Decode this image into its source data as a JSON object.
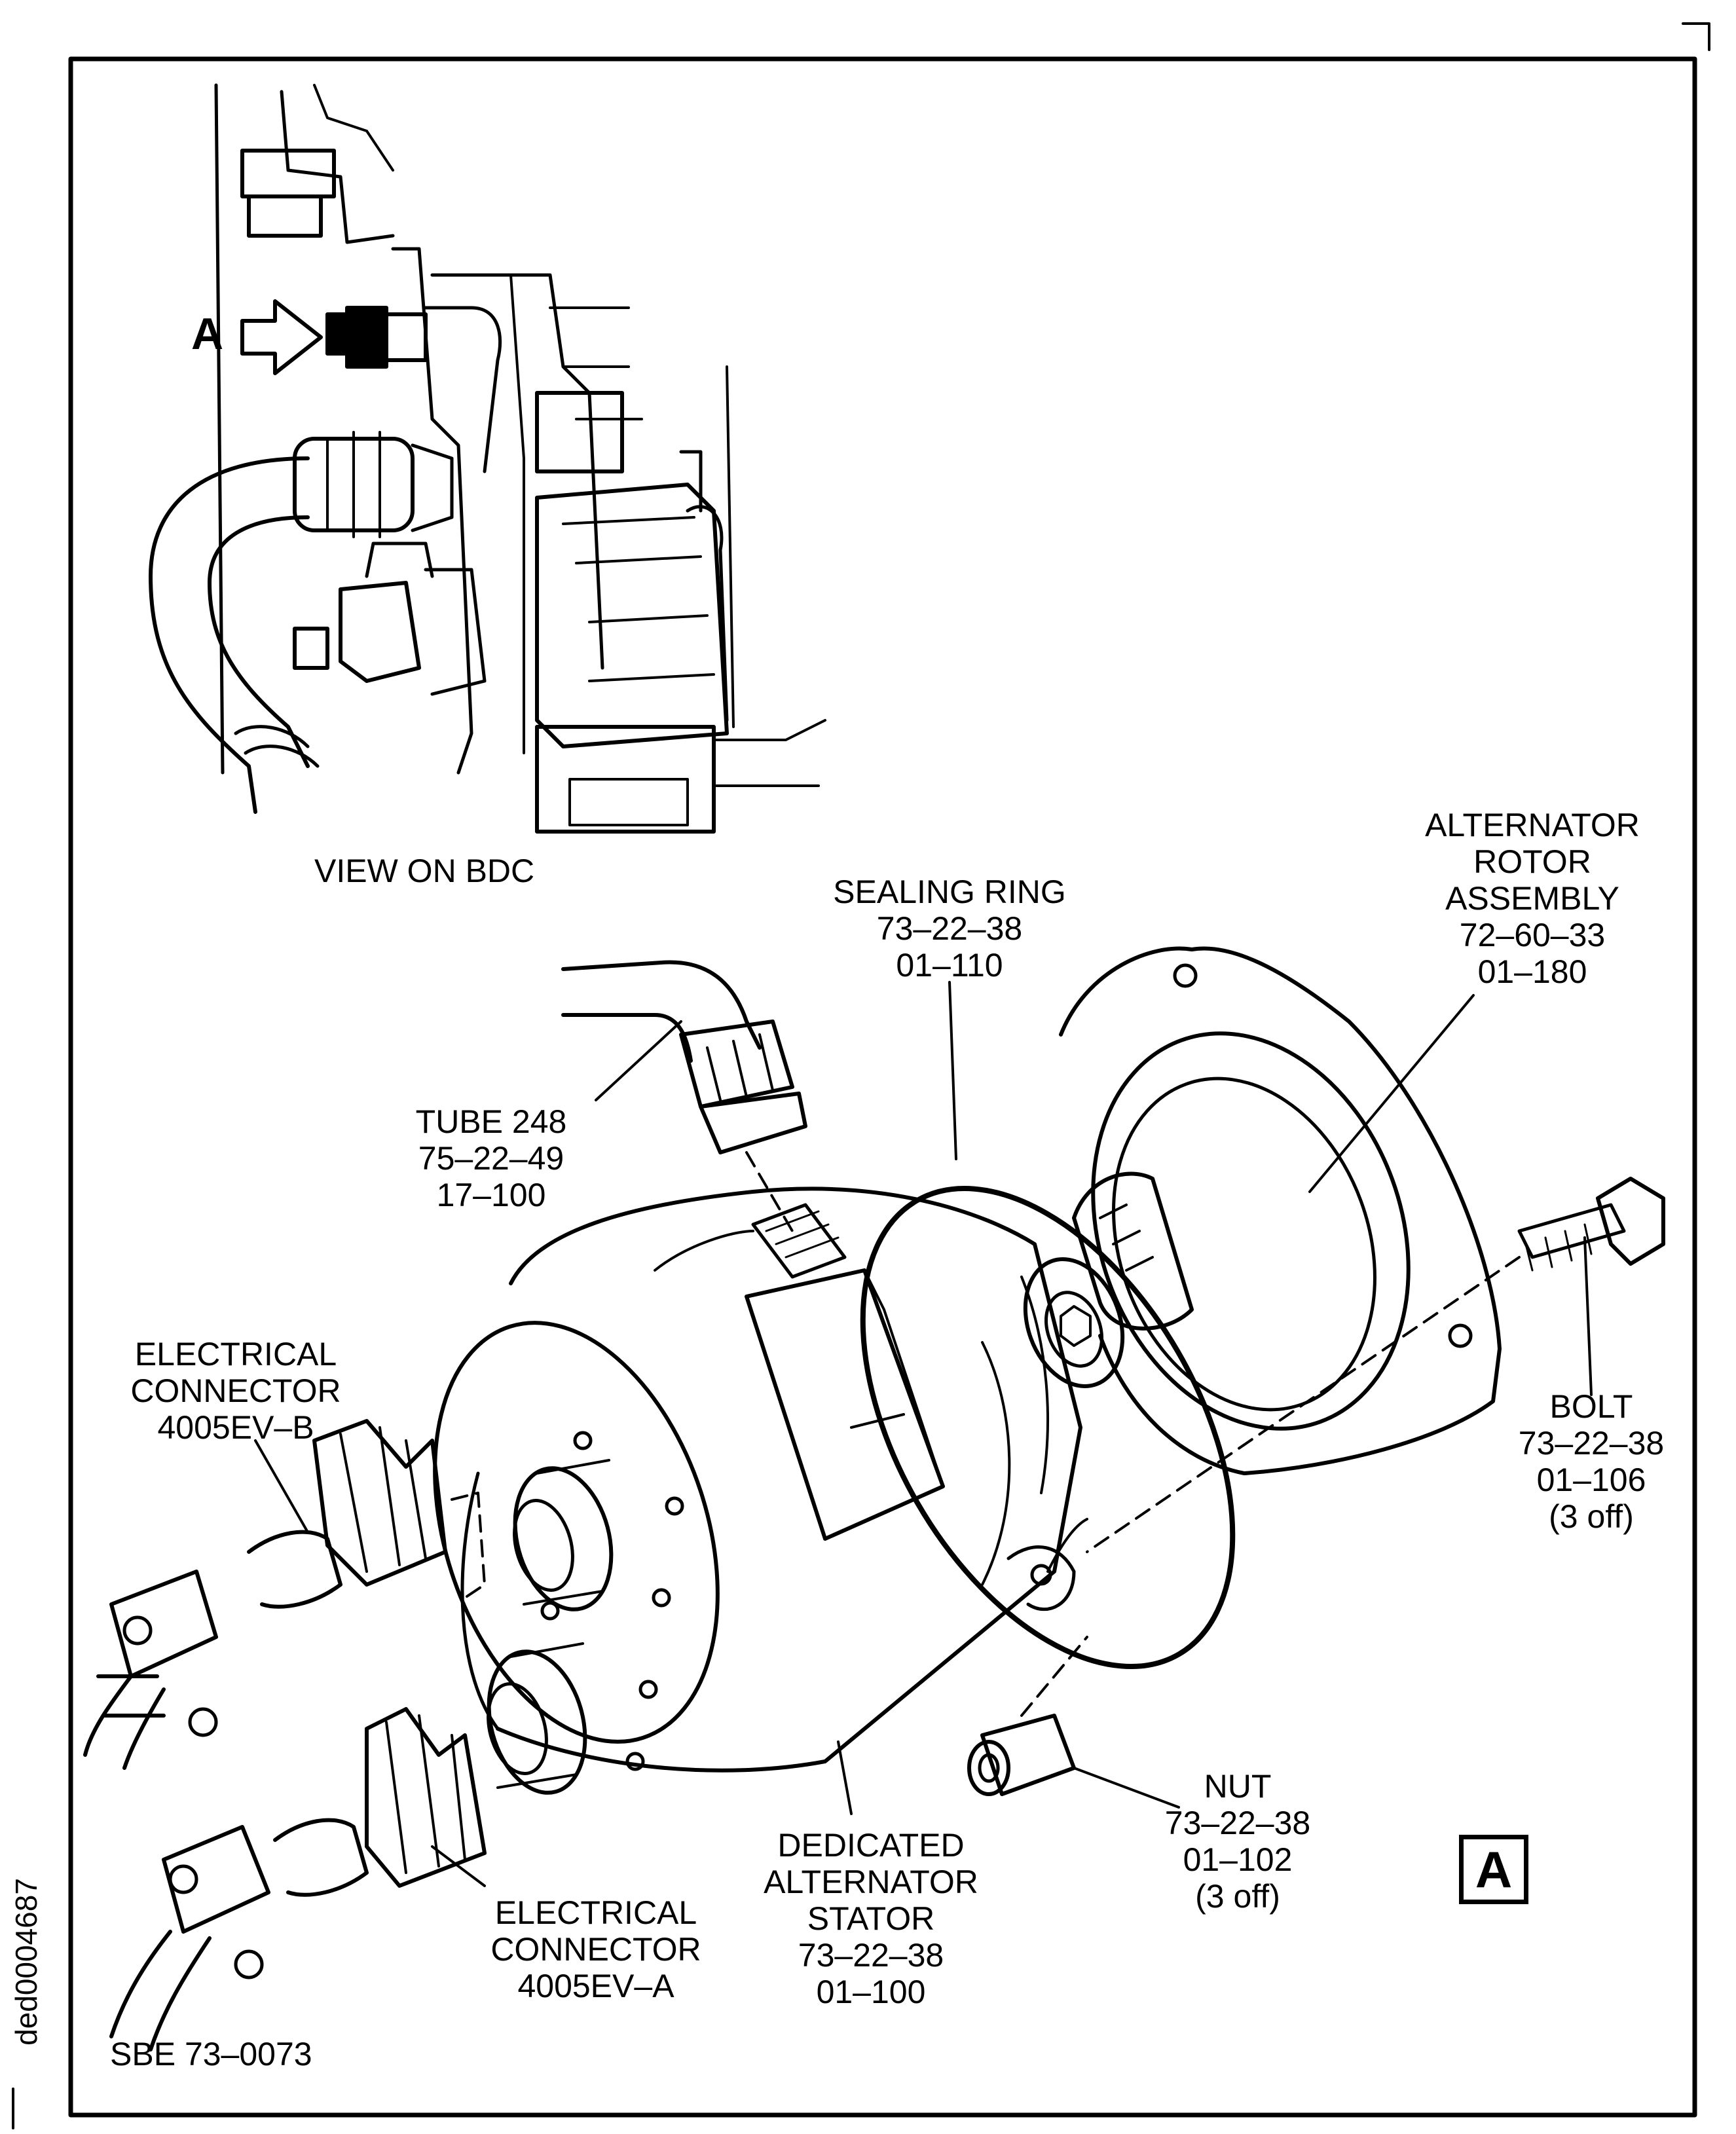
{
  "view_letter": "A",
  "view_box_letter": "A",
  "labels": {
    "view": "VIEW ON BDC",
    "sealing_ring": [
      "SEALING RING",
      "73–22–38",
      "01–110"
    ],
    "alternator_rotor": [
      "ALTERNATOR",
      "ROTOR",
      "ASSEMBLY",
      "72–60–33",
      "01–180"
    ],
    "tube": [
      "TUBE 248",
      "75–22–49",
      "17–100"
    ],
    "bolt": [
      "BOLT",
      "73–22–38",
      "01–106",
      "(3 off)"
    ],
    "electrical_b": [
      "ELECTRICAL",
      "CONNECTOR",
      "4005EV–B"
    ],
    "nut": [
      "NUT",
      "73–22–38",
      "01–102",
      "(3 off)"
    ],
    "stator": [
      "DEDICATED",
      "ALTERNATOR",
      "STATOR",
      "73–22–38",
      "01–100"
    ],
    "electrical_a": [
      "ELECTRICAL",
      "CONNECTOR",
      "4005EV–A"
    ],
    "reference": "SBE 73–0073",
    "document_id": "ded0004687"
  }
}
